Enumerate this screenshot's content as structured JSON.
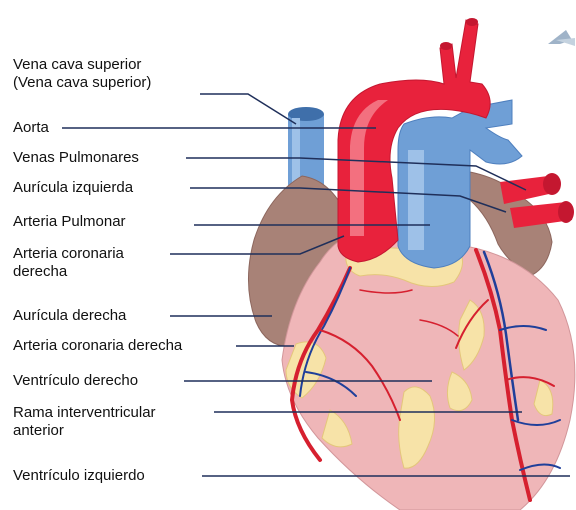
{
  "labels": [
    {
      "id": "vena-cava-superior",
      "lines": [
        "Vena cava superior",
        "(Vena cava superior)"
      ]
    },
    {
      "id": "aorta",
      "lines": [
        "Aorta"
      ]
    },
    {
      "id": "venas-pulmonares",
      "lines": [
        "Venas Pulmonares"
      ]
    },
    {
      "id": "auricula-izquierda",
      "lines": [
        "Aurícula izquierda"
      ]
    },
    {
      "id": "arteria-pulmonar",
      "lines": [
        "Arteria Pulmonar"
      ]
    },
    {
      "id": "arteria-coronaria-derecha-1",
      "lines": [
        "Arteria coronaria",
        "derecha"
      ]
    },
    {
      "id": "auricula-derecha",
      "lines": [
        "Aurícula derecha"
      ]
    },
    {
      "id": "arteria-coronaria-derecha-2",
      "lines": [
        "Arteria coronaria derecha"
      ]
    },
    {
      "id": "ventriculo-derecho",
      "lines": [
        "Ventrículo derecho"
      ]
    },
    {
      "id": "rama-interventricular-anterior",
      "lines": [
        "Rama interventricular",
        "anterior"
      ]
    },
    {
      "id": "ventriculo-izquierdo",
      "lines": [
        "Ventrículo izquierdo"
      ]
    }
  ],
  "colors": {
    "aorta": "#e8223c",
    "vein": "#6f9fd6",
    "atrium": "#a88277",
    "ventricle": "#efb6b8",
    "fat": "#f7e3a8",
    "leader": "#1f2f5a",
    "text": "#111111"
  },
  "logo_icon": "diagram-logo-icon"
}
